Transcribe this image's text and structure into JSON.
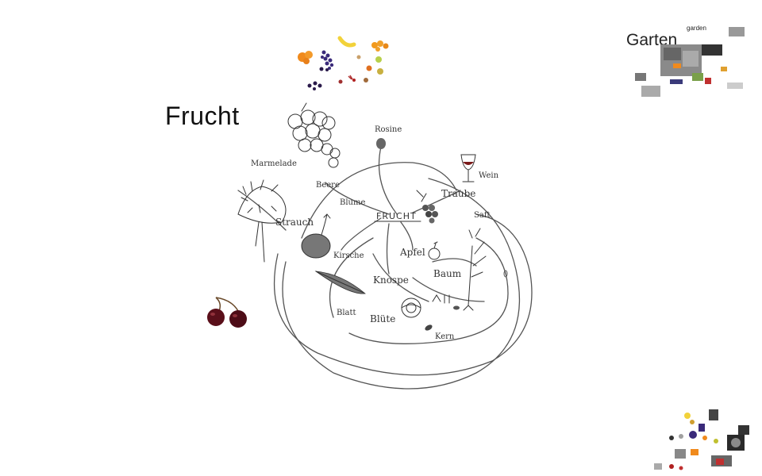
{
  "page": {
    "title": "Frucht"
  },
  "diagram": {
    "center_label": "FRUCHT",
    "nodes": [
      {
        "id": "marmelade",
        "label": "Marmelade"
      },
      {
        "id": "beere",
        "label": "Beere"
      },
      {
        "id": "blume",
        "label": "Blume"
      },
      {
        "id": "rosine",
        "label": "Rosine"
      },
      {
        "id": "wein",
        "label": "Wein"
      },
      {
        "id": "traube",
        "label": "Traube"
      },
      {
        "id": "saft",
        "label": "Saft"
      },
      {
        "id": "strauch",
        "label": "Strauch"
      },
      {
        "id": "kirsche",
        "label": "Kirsche"
      },
      {
        "id": "apfel",
        "label": "Apfel"
      },
      {
        "id": "baum",
        "label": "Baum"
      },
      {
        "id": "knospe",
        "label": "Knospe"
      },
      {
        "id": "blatt",
        "label": "Blatt"
      },
      {
        "id": "bluete",
        "label": "Blüte"
      },
      {
        "id": "kern",
        "label": "Kern"
      }
    ]
  },
  "overview_top": {
    "logo_text": "Garten",
    "label": "garden"
  },
  "colors": {
    "pencil": "#555555",
    "cherry": "#5a0f1a",
    "orange": "#f08a1c",
    "banana": "#f2d23a",
    "grape": "#3a2a7a"
  },
  "icons": [
    "fruit-collage",
    "cherry-image",
    "mindmap-overview-thumbnail",
    "fruit-overview-thumbnail"
  ]
}
